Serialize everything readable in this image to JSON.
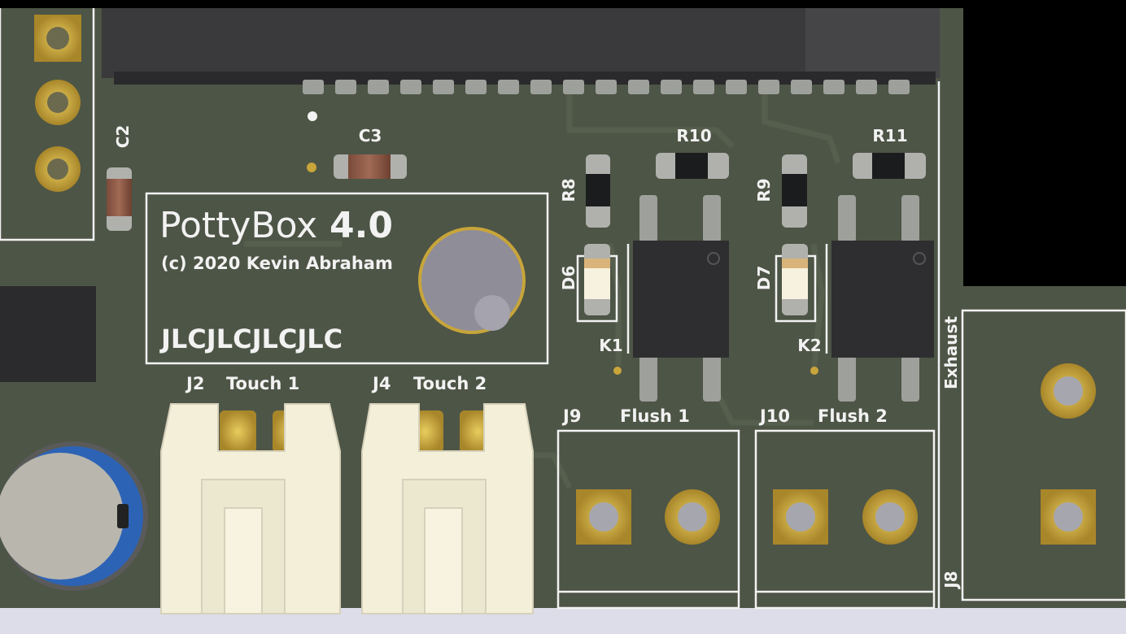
{
  "board": {
    "title_name": "PottyBox",
    "title_version": "4.0",
    "copyright": "(c) 2020 Kevin Abraham",
    "order_mark": "JLCJLCJLCJLC"
  },
  "designators": {
    "c2": "C2",
    "c3": "C3",
    "r8": "R8",
    "r9": "R9",
    "r10": "R10",
    "r11": "R11",
    "d6": "D6",
    "d7": "D7",
    "k1": "K1",
    "k2": "K2",
    "j2": "J2",
    "j4": "J4",
    "j8": "J8",
    "j9": "J9",
    "j10": "J10"
  },
  "labels": {
    "touch1": "Touch 1",
    "touch2": "Touch 2",
    "flush1": "Flush 1",
    "flush2": "Flush 2",
    "exhaust": "Exhaust"
  },
  "colors": {
    "pcb": "#4d5546",
    "silkscreen": "#f2f2f2",
    "pad_gold": "#c8a53a",
    "connector_body": "#f4efd8",
    "capacitor_sleeve": "#2d63b5"
  }
}
